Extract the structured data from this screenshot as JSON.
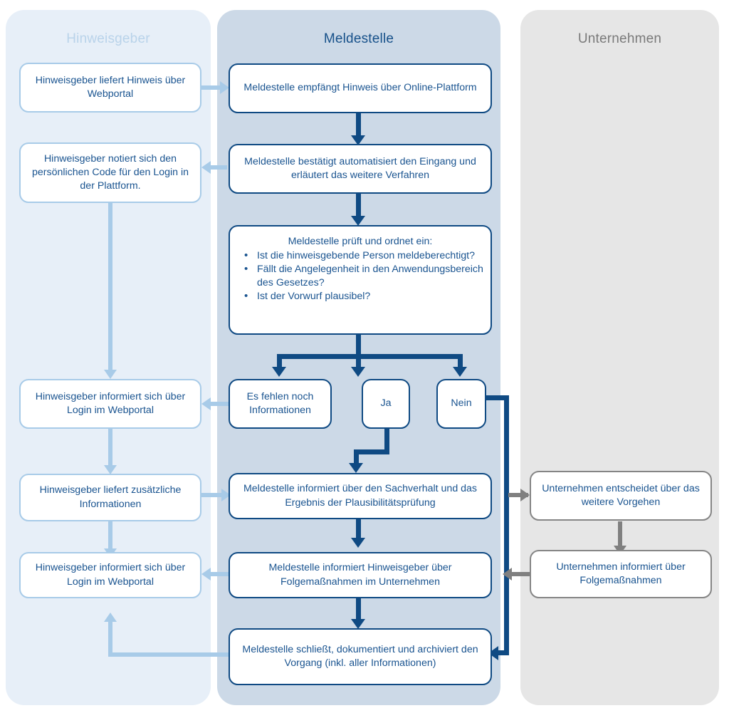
{
  "lanes": {
    "hinweisgeber": {
      "title": "Hinweisgeber",
      "color": "#e7eff8",
      "title_color": "#b9d3ea"
    },
    "meldestelle": {
      "title": "Meldestelle",
      "color": "#ccd9e7",
      "title_color": "#17518a"
    },
    "unternehmen": {
      "title": "Unternehmen",
      "color": "#e6e6e6",
      "title_color": "#7a7a7a"
    }
  },
  "hinweisgeber_nodes": {
    "liefert_hinweis": "Hinweisgeber liefert Hinweis über Webportal",
    "notiert_code": "Hinweisgeber notiert sich den persönlichen Code für den Login in der Plattform.",
    "informiert_1": "Hinweisgeber informiert sich über Login im Webportal",
    "liefert_zusatz": "Hinweisgeber liefert zusätzliche Informationen",
    "informiert_2": "Hinweisgeber informiert sich über Login im Webportal"
  },
  "meldestelle_nodes": {
    "empfaengt": "Meldestelle empfängt Hinweis über Online-Plattform",
    "bestaetigt": "Meldestelle bestätigt automatisiert den Eingang und erläutert das weitere Verfahren",
    "prueft_head": "Meldestelle prüft und ordnet ein:",
    "prueft_bullets": [
      "Ist die hinweisgebende Person meldeberechtigt?",
      "Fällt die Angelegenheit in den Anwendungsbereich des Gesetzes?",
      "Ist der Vorwurf plausibel?"
    ],
    "branch_fehlen": "Es fehlen noch Informationen",
    "branch_ja": "Ja",
    "branch_nein": "Nein",
    "informiert_sachverhalt": "Meldestelle informiert über den Sachverhalt und das Ergebnis der Plausibilitätsprüfung",
    "informiert_folgemassnahmen": "Meldestelle informiert Hinweisgeber über Folgemaßnahmen im Unternehmen",
    "schliesst": "Meldestelle schließt, dokumentiert und archiviert den Vorgang (inkl. aller Informationen)"
  },
  "unternehmen_nodes": {
    "entscheidet": "Unternehmen entscheidet über das weitere Vorgehen",
    "informiert": "Unternehmen informiert über Folgemaßnahmen"
  },
  "colors": {
    "accent_dark": "#0f4a83",
    "accent_light": "#a8cbe8",
    "accent_gray": "#808080",
    "text_blue": "#1a5490"
  }
}
